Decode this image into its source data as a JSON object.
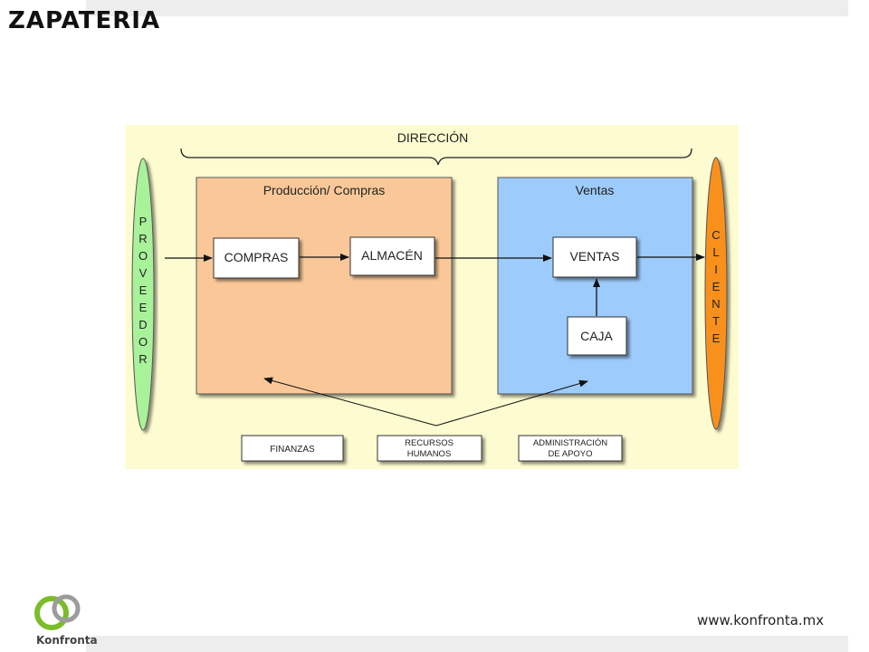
{
  "page": {
    "title": "ZAPATERIA",
    "website": "www.konfronta.mx",
    "logo_text": "Konfronta"
  },
  "diagram": {
    "direccion": "DIRECCIÓN",
    "produccion_title": "Producción/ Compras",
    "ventas_title": "Ventas",
    "compras": "COMPRAS",
    "almacen": "ALMACÉN",
    "ventas": "VENTAS",
    "caja": "CAJA",
    "proveedor_letters": [
      "P",
      "R",
      "O",
      "V",
      "E",
      "E",
      "D",
      "O",
      "R"
    ],
    "cliente_letters": [
      "C",
      "L",
      "I",
      "E",
      "N",
      "T",
      "E"
    ],
    "finanzas": "FINANZAS",
    "recursos_line1": "RECURSOS",
    "recursos_line2": "HUMANOS",
    "admin_line1": "ADMINISTRACIÓN",
    "admin_line2": "DE APOYO"
  },
  "colors": {
    "background": "#fdfbd0",
    "produccion": "#fac898",
    "ventas_panel": "#9dcbfb",
    "proveedor": "#a8f29a",
    "cliente": "#f9901c"
  }
}
